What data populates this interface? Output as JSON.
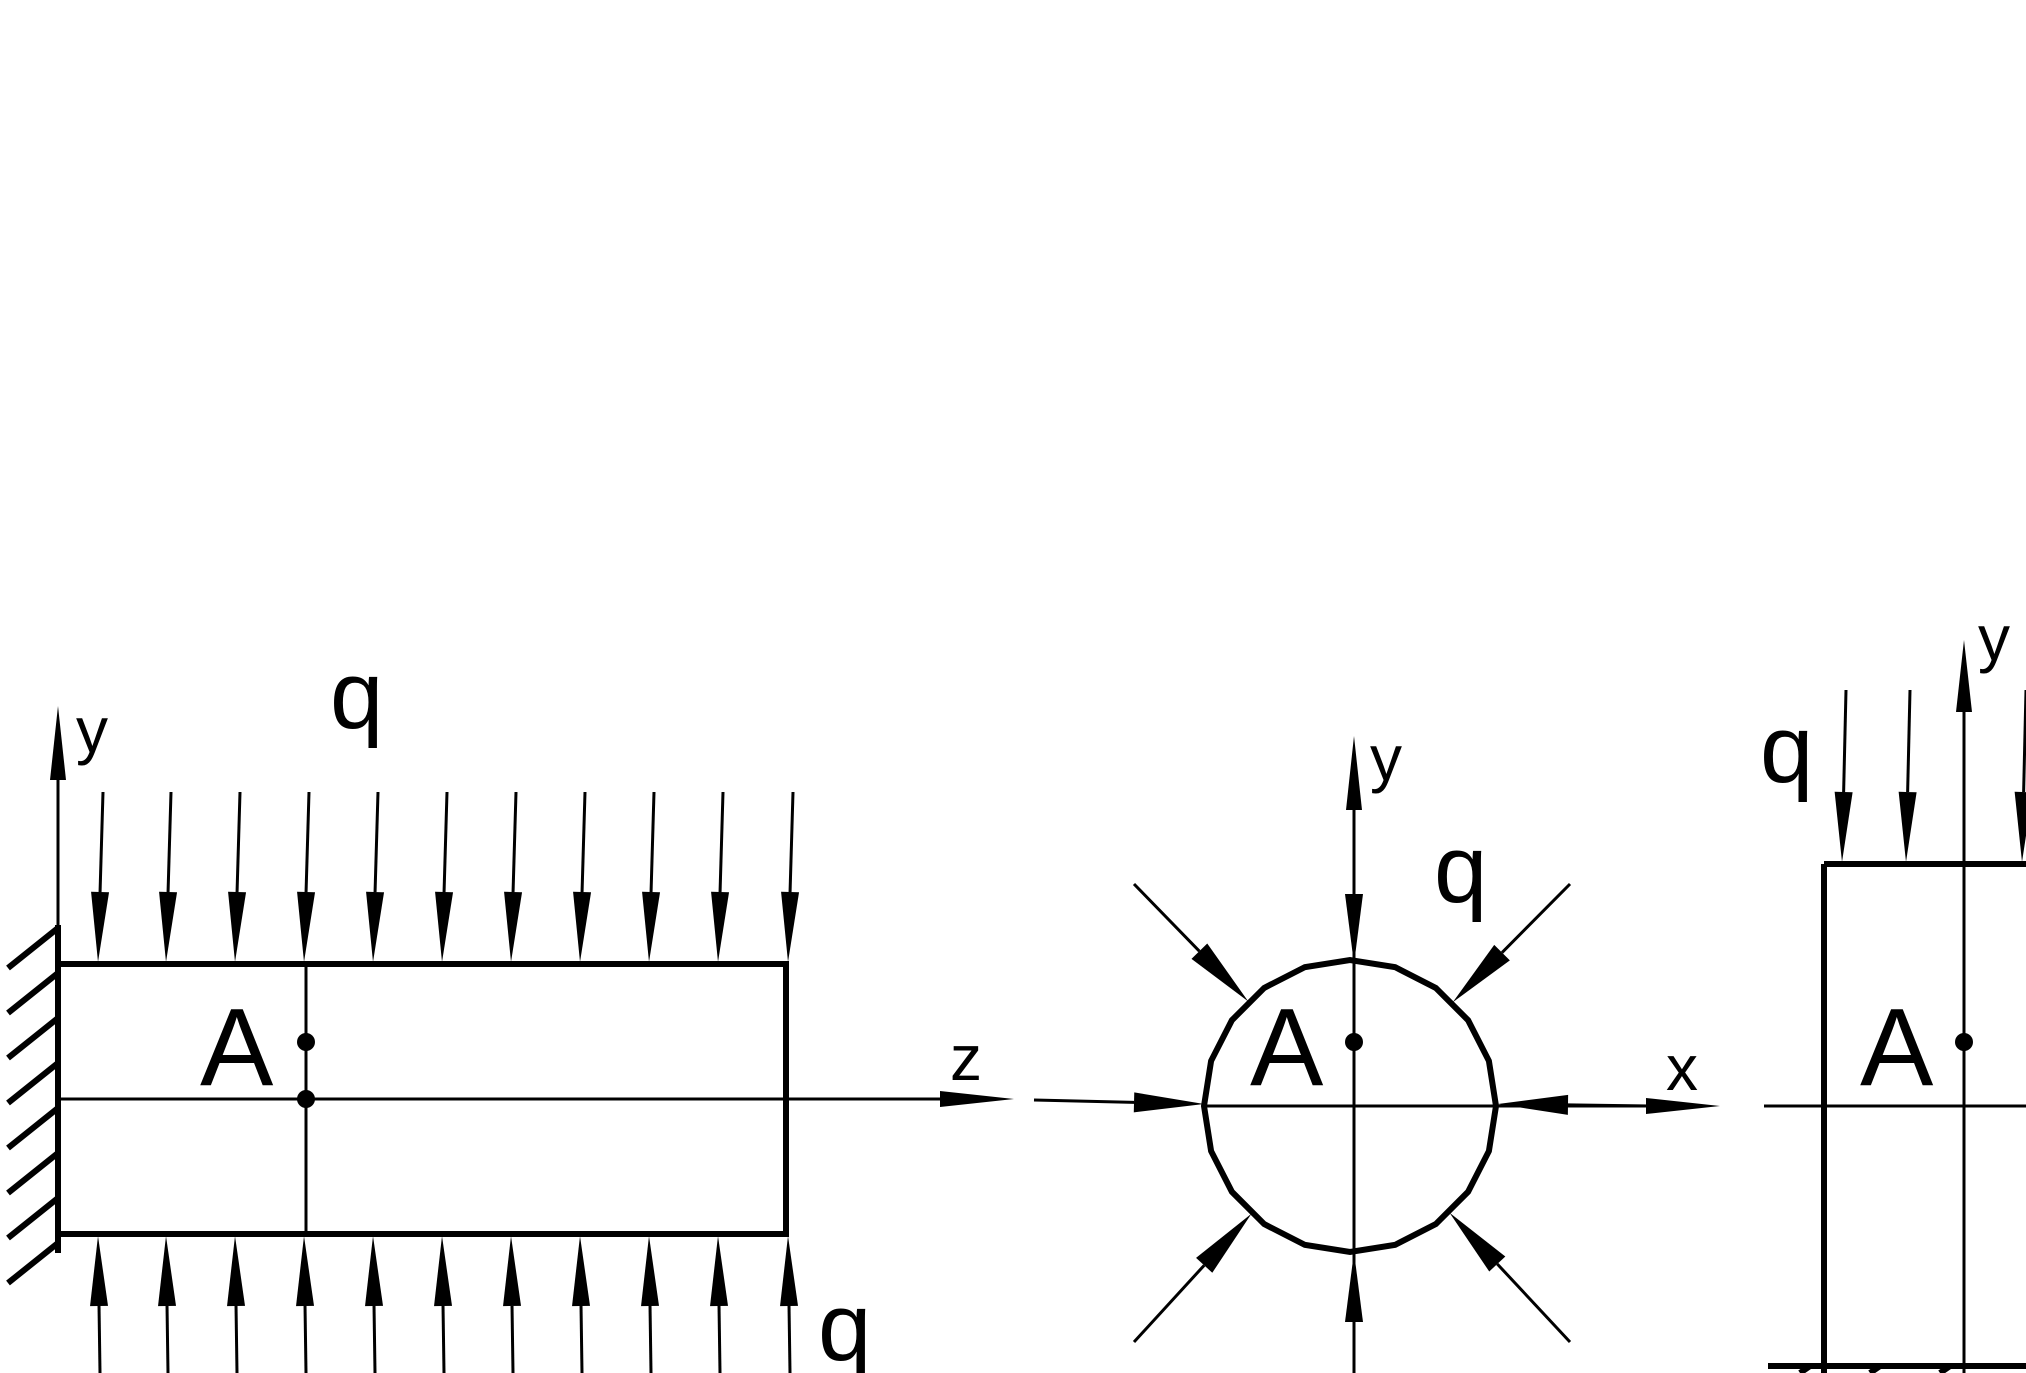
{
  "diagram": {
    "views": [
      {
        "name": "side-view",
        "labels": {
          "axis_vertical": "y",
          "axis_horizontal": "z",
          "load_top": "q",
          "load_bottom": "q",
          "point": "A"
        }
      },
      {
        "name": "cross-section-circular",
        "labels": {
          "axis_vertical": "y",
          "axis_horizontal": "x",
          "load": "q",
          "point": "A"
        }
      },
      {
        "name": "cross-section-rect",
        "labels": {
          "axis_vertical": "y",
          "load": "q",
          "point": "A"
        }
      }
    ],
    "colors": {
      "ink": "#000000",
      "background": "#ffffff"
    }
  }
}
